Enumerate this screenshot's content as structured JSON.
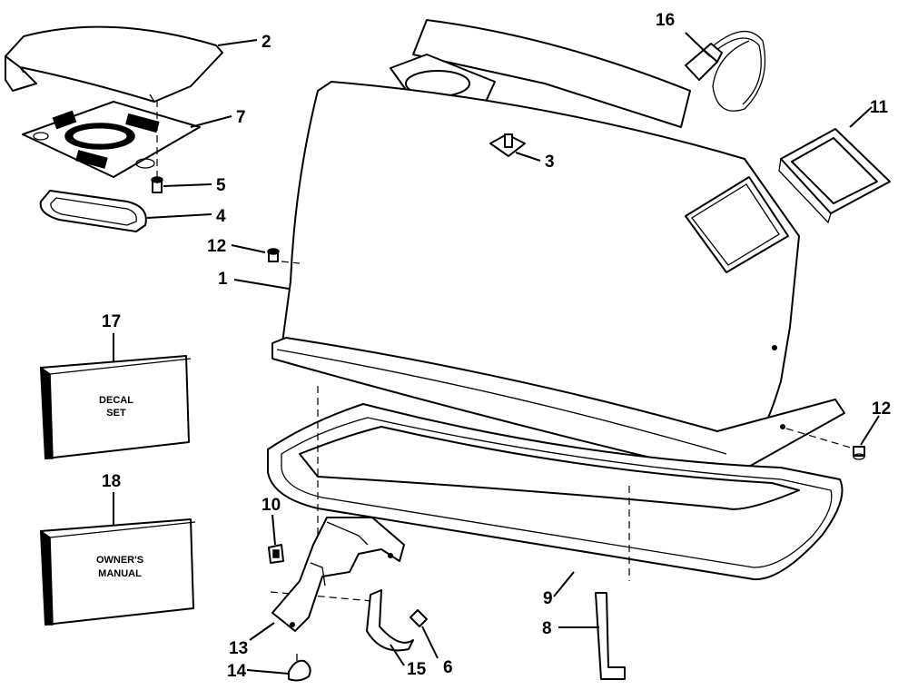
{
  "callouts": {
    "c1": "1",
    "c2": "2",
    "c3": "3",
    "c4": "4",
    "c5": "5",
    "c6": "6",
    "c7": "7",
    "c8": "8",
    "c9": "9",
    "c10": "10",
    "c11": "11",
    "c12a": "12",
    "c12b": "12",
    "c13": "13",
    "c14": "14",
    "c15": "15",
    "c16": "16",
    "c17": "17",
    "c18": "18"
  },
  "boxes": {
    "decal_line1": "DECAL",
    "decal_line2": "SET",
    "manual_line1": "OWNER'S",
    "manual_line2": "MANUAL"
  }
}
